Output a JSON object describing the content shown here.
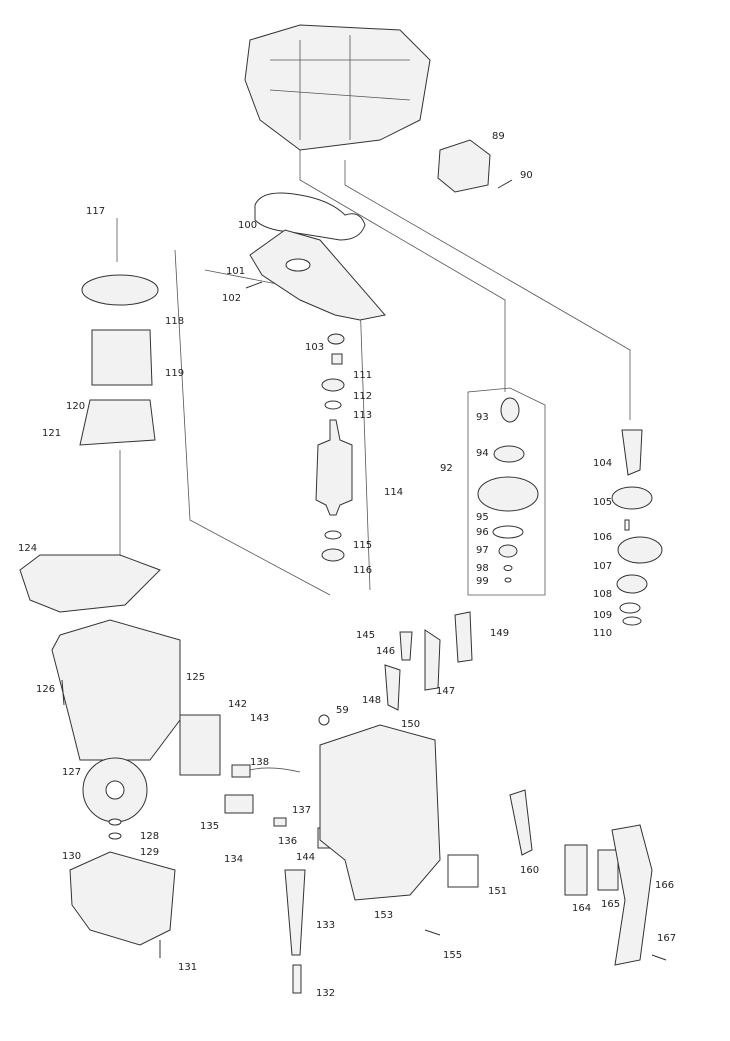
{
  "labels": {
    "l89": "89",
    "l90": "90",
    "l100": "100",
    "l101": "101",
    "l102": "102",
    "l103": "103",
    "l111": "111",
    "l112": "112",
    "l113": "113",
    "l114": "114",
    "l115": "115",
    "l116": "116",
    "l117": "117",
    "l118": "118",
    "l119": "119",
    "l120": "120",
    "l121": "121",
    "l124": "124",
    "l125": "125",
    "l126": "126",
    "l127": "127",
    "l128": "128",
    "l129": "129",
    "l130": "130",
    "l131": "131",
    "l132": "132",
    "l133": "133",
    "l134": "134",
    "l135": "135",
    "l136": "136",
    "l137": "137",
    "l138": "138",
    "l142": "142",
    "l143": "143",
    "l144": "144",
    "l145": "145",
    "l146": "146",
    "l147": "147",
    "l148": "148",
    "l149": "149",
    "l150": "150",
    "l151": "151",
    "l153": "153",
    "l155": "155",
    "l160": "160",
    "l164": "164",
    "l165": "165",
    "l166": "166",
    "l167": "167",
    "l59": "59",
    "l92": "92",
    "l93": "93",
    "l94": "94",
    "l95": "95",
    "l96": "96",
    "l97": "97",
    "l98": "98",
    "l99": "99",
    "l104": "104",
    "l105": "105",
    "l106": "106",
    "l107": "107",
    "l108": "108",
    "l109": "109",
    "l110": "110"
  }
}
